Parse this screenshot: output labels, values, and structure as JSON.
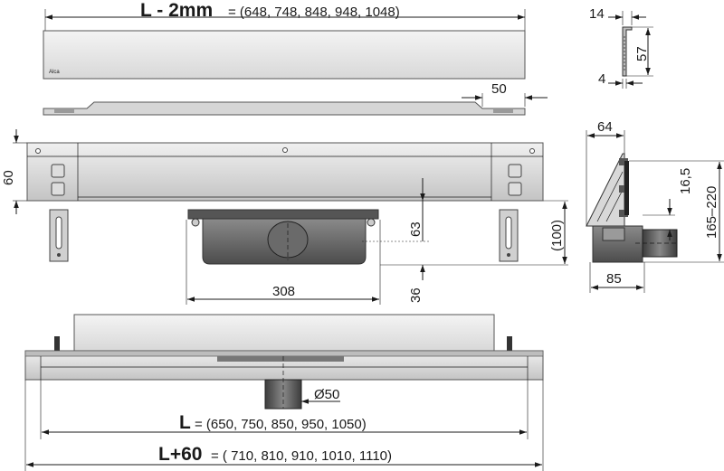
{
  "top": {
    "formula_bold": "L - 2mm",
    "formula_rest": "= (648, 748, 848, 948, 1048)",
    "dim_50": "50",
    "logo": "Alca"
  },
  "side_section": {
    "dim_14": "14",
    "dim_57": "57",
    "dim_4": "4"
  },
  "front": {
    "dim_60": "60",
    "dim_63": "63",
    "dim_100": "(100)",
    "dim_36": "36",
    "dim_308": "308"
  },
  "cross_section": {
    "dim_64": "64",
    "dim_16_5": "16,5",
    "dim_165_220": "165–220",
    "dim_85": "85"
  },
  "bottom": {
    "dim_d50": "Ø50",
    "l_bold": "L",
    "l_rest": "= (650, 750, 850, 950, 1050)",
    "l60_bold": "L+60",
    "l60_rest": "= ( 710, 810, 910, 1010, 1110)"
  },
  "colors": {
    "line": "#1a1a1a",
    "metal_light": "#e8e8e8",
    "metal_mid": "#c9c9c9",
    "metal_dark": "#8c8c8c",
    "siphon": "#6d6d6d"
  }
}
